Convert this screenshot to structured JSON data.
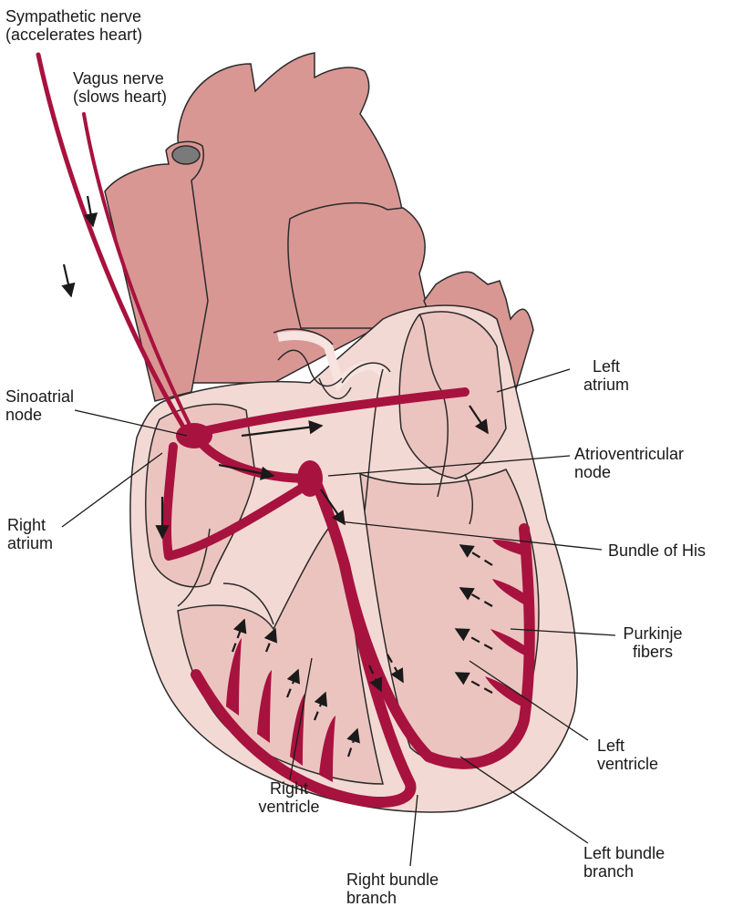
{
  "labels": {
    "sympathetic": {
      "l1": "Sympathetic nerve",
      "l2": "(accelerates heart)"
    },
    "vagus": {
      "l1": "Vagus nerve",
      "l2": "(slows heart)"
    },
    "sinoatrial": {
      "l1": "Sinoatrial",
      "l2": "node"
    },
    "right_atrium": {
      "l1": "Right",
      "l2": "atrium"
    },
    "left_atrium": {
      "l1": "Left",
      "l2": "atrium"
    },
    "av_node": {
      "l1": "Atrioventricular",
      "l2": "node"
    },
    "bundle_his": {
      "l1": "Bundle of His"
    },
    "purkinje": {
      "l1": "Purkinje",
      "l2": "fibers"
    },
    "left_ventricle": {
      "l1": "Left",
      "l2": "ventricle"
    },
    "right_ventricle": {
      "l1": "Right",
      "l2": "ventricle"
    },
    "left_bundle": {
      "l1": "Left bundle",
      "l2": "branch"
    },
    "right_bundle": {
      "l1": "Right bundle",
      "l2": "branch"
    }
  },
  "colors": {
    "conduction": "#a8123e",
    "vessel": "#d99794",
    "chamber_wall": "#f3d9d4",
    "chamber_inner": "#ecc4bf",
    "outline": "#2b2b2b"
  }
}
